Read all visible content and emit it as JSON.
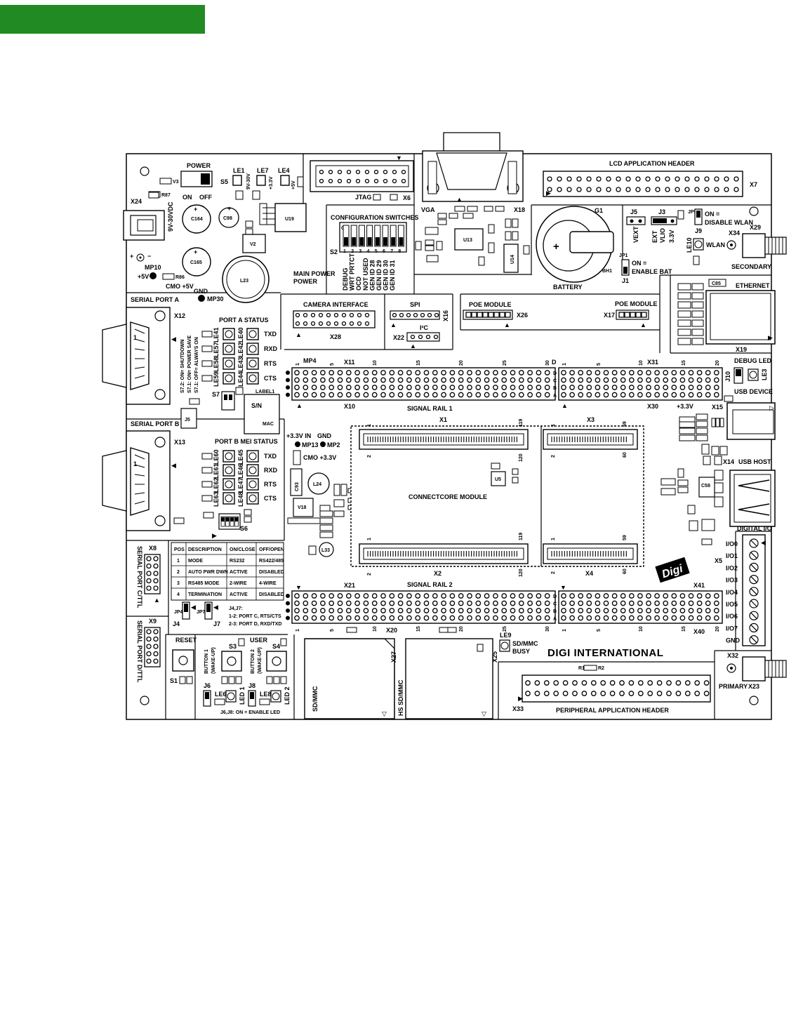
{
  "colors": {
    "header_bar": "#218a23",
    "ink": "#000000",
    "paper": "#ffffff"
  },
  "board": {
    "power": {
      "switch_label": "POWER",
      "s5": "S5",
      "on": "ON",
      "off": "OFF",
      "x24": "X24",
      "vdc": "9V-30VDC",
      "mp10": "MP10",
      "plus5v": "+5V",
      "cmo5v": "CMO +5V",
      "gnd": "GND",
      "mp30": "MP30",
      "main_power": "MAIN POWER",
      "le1": "LE1",
      "le7": "LE7",
      "le4": "LE4",
      "v930": "9V-30V",
      "v33": "+3.3V",
      "v5": "+5V",
      "c164": "C164",
      "c165": "C165",
      "c98": "C98",
      "u19": "U19",
      "v2": "V2",
      "l23": "L23"
    },
    "jtag": {
      "label": "JTAG",
      "x6": "X6"
    },
    "vga": {
      "label": "VGA",
      "x18": "X18",
      "u13": "U13",
      "u14": "U14"
    },
    "lcd": {
      "label": "LCD APPLICATION HEADER",
      "x7": "X7"
    },
    "config": {
      "label": "CONFIGURATION SWITCHES",
      "s2": "S2",
      "on": "ON",
      "numbers": [
        "1",
        "2",
        "3",
        "4",
        "5",
        "6",
        "7",
        "8"
      ],
      "functions": [
        "DEBUG",
        "WRT PRTCT",
        "OCD",
        "NOT USED",
        "GEN ID 28",
        "GEN ID 29",
        "GEN ID 30",
        "GEN ID 31"
      ]
    },
    "battery": {
      "g1": "G1",
      "label": "BATTERY",
      "j1": "J1",
      "bh1": "BH1",
      "enable_bat": "ON = ENABLE BAT",
      "plus": "+"
    },
    "wlan": {
      "j5": "J5",
      "j3": "J3",
      "vext": "VEXT",
      "ext": "EXT",
      "vlio": "VLIO",
      "v33": "3.3V",
      "j9": "J9",
      "disable_wlan_on": "ON =",
      "disable_wlan": "DISABLE WLAN",
      "x34": "X34",
      "x29": "X29",
      "le10": "LE10",
      "wlan": "WLAN",
      "secondary": "SECONDARY"
    },
    "serial_a": {
      "label": "SERIAL PORT A",
      "x12": "X12",
      "status": "PORT A STATUS",
      "signals": [
        "TXD",
        "RXD",
        "RTS",
        "CTS"
      ],
      "s7": "S7",
      "note": [
        "S7.2: ON= SHUTDOWN",
        "S7.1: ON= POWER SAVE",
        "S7.1: OFF= ALWAYS ON"
      ],
      "leds_left": [
        "LE41",
        "LE57",
        "LE58",
        "LE59"
      ],
      "leds_right": [
        "LE40",
        "LE42",
        "LE43",
        "LE44"
      ]
    },
    "camera": {
      "label": "CAMERA INTERFACE",
      "x28": "X28"
    },
    "spi": {
      "label": "SPI",
      "x16": "X16",
      "i2c": "I²C",
      "x22": "X22"
    },
    "poe": {
      "label_left": "POE MODULE",
      "x26": "X26",
      "label_right": "POE MODULE",
      "x17": "X17"
    },
    "ethernet": {
      "label": "ETHERNET",
      "x19": "X19",
      "c85": "C85"
    },
    "rail1": {
      "label": "SIGNAL RAIL 1",
      "mp4": "MP4",
      "x11": "X11",
      "x10": "X10",
      "x31": "X31",
      "x30": "X30",
      "v33": "+3.3V",
      "nums_left": [
        "1",
        "5",
        "10",
        "15",
        "20",
        "25",
        "30"
      ],
      "nums_right": [
        "1",
        "5",
        "10",
        "15",
        "20"
      ],
      "rows": [
        "D",
        "C",
        "B",
        "A"
      ]
    },
    "debug": {
      "label": "DEBUG LED",
      "j10": "J10",
      "le3": "LE3"
    },
    "usb_device": {
      "label": "USB DEVICE",
      "x15": "X15"
    },
    "usb_host": {
      "label": "USB HOST",
      "x14": "X14",
      "c58": "C58"
    },
    "serial_b": {
      "label": "SERIAL PORT B",
      "x13": "X13",
      "status": "PORT B MEI STATUS",
      "signals": [
        "TXD",
        "RXD",
        "RTS",
        "CTS"
      ],
      "s6": "S6",
      "label1": "LABEL1",
      "sn": "S/N",
      "mac": "MAC",
      "leds_left": [
        "LE60",
        "LE61",
        "LE62",
        "LE63"
      ],
      "leds_right": [
        "LE45",
        "LE46",
        "LE47",
        "LE48"
      ]
    },
    "mp13": {
      "v33in": "+3.3V IN",
      "gnd": "GND",
      "mp13": "MP13",
      "mp2": "MP2",
      "cmo": "CMO +3.3V",
      "l24": "L24",
      "v18": "V18",
      "c93": "C93",
      "l33": "L33"
    },
    "module": {
      "label": "CONNECTCORE MODULE",
      "x1": "X1",
      "x2": "X2",
      "x3": "X3",
      "x4": "X4",
      "u5": "U5",
      "n1": "1",
      "n2": "2",
      "n119": "119",
      "n120": "120",
      "n59": "59",
      "n60": "60"
    },
    "table": {
      "headers": [
        "POS",
        "DESCRIPTION",
        "ON/CLOSE",
        "OFF/OPEN"
      ],
      "rows": [
        [
          "1",
          "MODE",
          "RS232",
          "RS422/485"
        ],
        [
          "2",
          "AUTO PWR DWN",
          "ACTIVE",
          "DISABLED"
        ],
        [
          "3",
          "RS485 MODE",
          "2-WIRE",
          "4-WIRE"
        ],
        [
          "4",
          "TERMINATION",
          "ACTIVE",
          "DISABLED"
        ]
      ]
    },
    "serial_c": {
      "label": "SERIAL PORT C/TTL",
      "x8": "X8"
    },
    "serial_d": {
      "label": "SERIAL PORT D/TTL",
      "x9": "X9"
    },
    "j4j7": {
      "j4": "J4",
      "j7": "J7",
      "note1": "J4,J7:",
      "note2": "1-2: PORT C, RTS/CTS",
      "note3": "2-3: PORT D, RXD/TXD"
    },
    "digital_io": {
      "label": "DIGITAL I/O",
      "x5": "X5",
      "pins": [
        "I/O0",
        "I/O1",
        "I/O2",
        "I/O3",
        "I/O4",
        "I/O5",
        "I/O6",
        "I/O7",
        "GND"
      ]
    },
    "rail2": {
      "label": "SIGNAL RAIL 2",
      "x21": "X21",
      "x20": "X20",
      "x41": "X41",
      "x40": "X40",
      "nums_left": [
        "1",
        "5",
        "10",
        "15",
        "20",
        "25",
        "30"
      ],
      "nums_right": [
        "1",
        "5",
        "10",
        "15",
        "20"
      ],
      "rows": [
        "D",
        "C",
        "B",
        "A"
      ]
    },
    "buttons": {
      "reset": "RESET",
      "s1": "S1",
      "user": "USER",
      "s3": "S3",
      "s4": "S4",
      "button1": "BUTTON 1",
      "button2": "BUTTON 2",
      "wakeup": "(WAKE-UP)",
      "j6": "J6",
      "j8": "J8",
      "le6": "LE6",
      "le8": "LE8",
      "led1": "LED 1",
      "led2": "LED 2",
      "enable_led": "J6,J8: ON = ENABLE LED"
    },
    "sd": {
      "sdmmc": "SD/MMC",
      "x27": "X27",
      "hs": "HS SD/MMC",
      "x25": "X25",
      "le9": "LE9",
      "busy1": "SD/MMC",
      "busy2": "BUSY"
    },
    "brand": {
      "name": "DIGI INTERNATIONAL",
      "logo": "Digi"
    },
    "peripheral": {
      "label": "PERIPHERAL APPLICATION HEADER",
      "x33": "X33",
      "r1": "R1",
      "r2": "R2"
    },
    "antenna": {
      "x32": "X32",
      "primary": "PRIMARY",
      "x23": "X23"
    }
  }
}
